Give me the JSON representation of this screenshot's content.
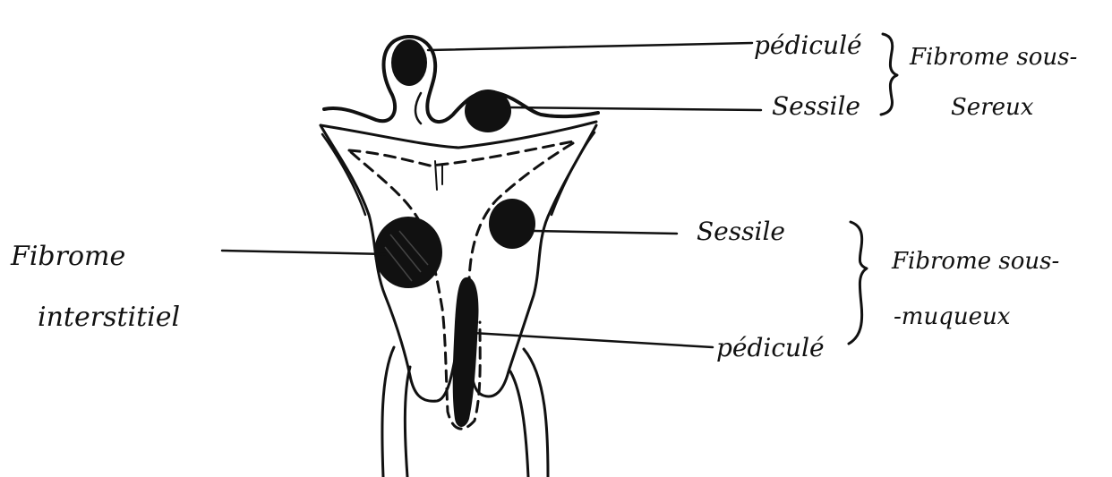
{
  "labels": {
    "subserous_pedicled": "pédiculé",
    "subserous_sessile": "Sessile",
    "subserous_group_line1": "Fibrome sous-",
    "subserous_group_line2": "Sereux",
    "interstitial_line1": "Fibrome",
    "interstitial_line2": "interstitiel",
    "submucous_sessile": "Sessile",
    "submucous_pedicled": "pédiculé",
    "submucous_group_line1": "Fibrome sous-",
    "submucous_group_line2": "-muqueux"
  },
  "colors": {
    "ink": "#111111",
    "paper": "#ffffff"
  }
}
